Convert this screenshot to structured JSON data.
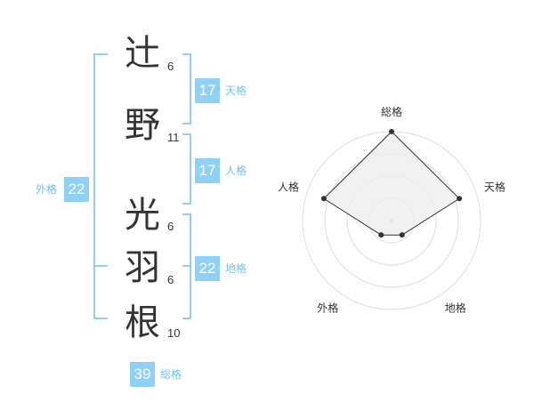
{
  "characters": [
    {
      "char": "辻",
      "strokes": "6"
    },
    {
      "char": "野",
      "strokes": "11"
    },
    {
      "char": "光",
      "strokes": "6"
    },
    {
      "char": "羽",
      "strokes": "6"
    },
    {
      "char": "根",
      "strokes": "10"
    }
  ],
  "fortunes": {
    "tenkaku": {
      "label": "天格",
      "value": "17"
    },
    "jinkaku": {
      "label": "人格",
      "value": "17"
    },
    "chikaku": {
      "label": "地格",
      "value": "22"
    },
    "gaikaku": {
      "label": "外格",
      "value": "22"
    },
    "soukaku": {
      "label": "総格",
      "value": "39"
    }
  },
  "colors": {
    "accent": "#8fd0f6",
    "label": "#6cc3f2",
    "text": "#333333",
    "radar_fill": "#eeeeee",
    "ring": "#dddddd"
  },
  "chart_data": {
    "type": "radar",
    "axes": [
      "総格",
      "天格",
      "地格",
      "外格",
      "人格"
    ],
    "values": [
      5,
      4,
      1,
      1,
      4
    ],
    "rmax": 5,
    "rings": 4
  }
}
